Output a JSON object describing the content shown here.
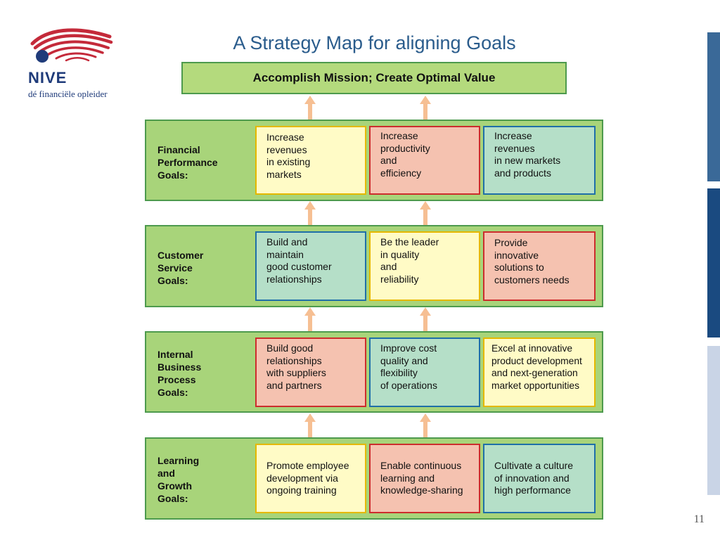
{
  "logo": {
    "name": "NIVE",
    "tagline": "dé financiële opleider",
    "colors": {
      "swirl": "#c42a3a",
      "dot": "#1f3b7a",
      "text": "#1f3b7a"
    }
  },
  "title": "A Strategy Map for aligning Goals",
  "mission": "Accomplish Mission; Create Optimal Value",
  "levels": [
    {
      "label": "Financial\nPerformance\nGoals:",
      "goals": [
        {
          "text": "Increase\nrevenues\nin existing\nmarkets",
          "color": "yellow"
        },
        {
          "text": "Increase\nproductivity\nand\nefficiency",
          "color": "salmon"
        },
        {
          "text": "Increase\nrevenues\nin new markets\nand products",
          "color": "teal"
        }
      ]
    },
    {
      "label": "Customer\nService\nGoals:",
      "goals": [
        {
          "text": "Build and\nmaintain\ngood customer\nrelationships",
          "color": "teal"
        },
        {
          "text": "Be the leader\nin quality\nand\nreliability",
          "color": "yellow"
        },
        {
          "text": "Provide\ninnovative\nsolutions to\ncustomers needs",
          "color": "salmon"
        }
      ]
    },
    {
      "label": "Internal\nBusiness\nProcess\nGoals:",
      "goals": [
        {
          "text": "Build good\nrelationships\nwith suppliers\nand partners",
          "color": "salmon"
        },
        {
          "text": "Improve cost\nquality and\nflexibility\nof operations",
          "color": "teal"
        },
        {
          "text": "Excel at innovative\nproduct development\nand next-generation\nmarket opportunities",
          "color": "yellow"
        }
      ]
    },
    {
      "label": "Learning\nand\nGrowth\nGoals:",
      "goals": [
        {
          "text": "Promote employee\ndevelopment via\nongoing training",
          "color": "yellow"
        },
        {
          "text": "Enable continuous\nlearning and\nknowledge-sharing",
          "color": "salmon"
        },
        {
          "text": "Cultivate a culture\nof innovation and\nhigh performance",
          "color": "teal"
        }
      ]
    }
  ],
  "colors": {
    "level_fill": "#a8d47a",
    "level_border": "#4d9a4d",
    "arrow": "#f6bf93",
    "title": "#2a5c8c"
  },
  "page_number": "11"
}
